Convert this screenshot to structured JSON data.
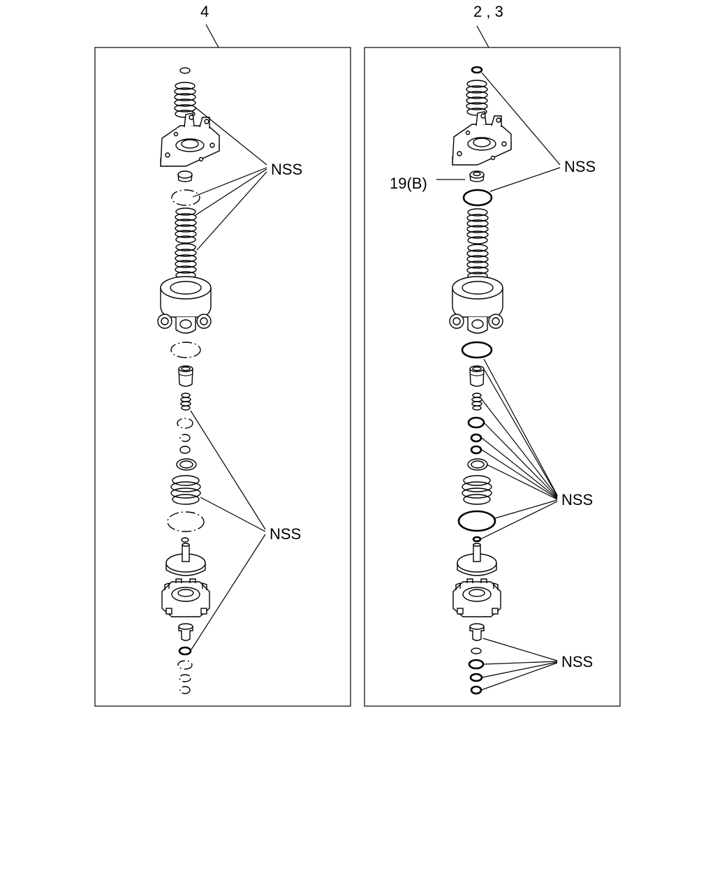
{
  "figure": {
    "left_assembly": {
      "callout": "4",
      "nss_labels": [
        "NSS",
        "NSS"
      ]
    },
    "right_assembly": {
      "callout": "2 , 3",
      "part_ref": "19(B)",
      "nss_labels": [
        "NSS",
        "NSS",
        "NSS"
      ]
    }
  }
}
